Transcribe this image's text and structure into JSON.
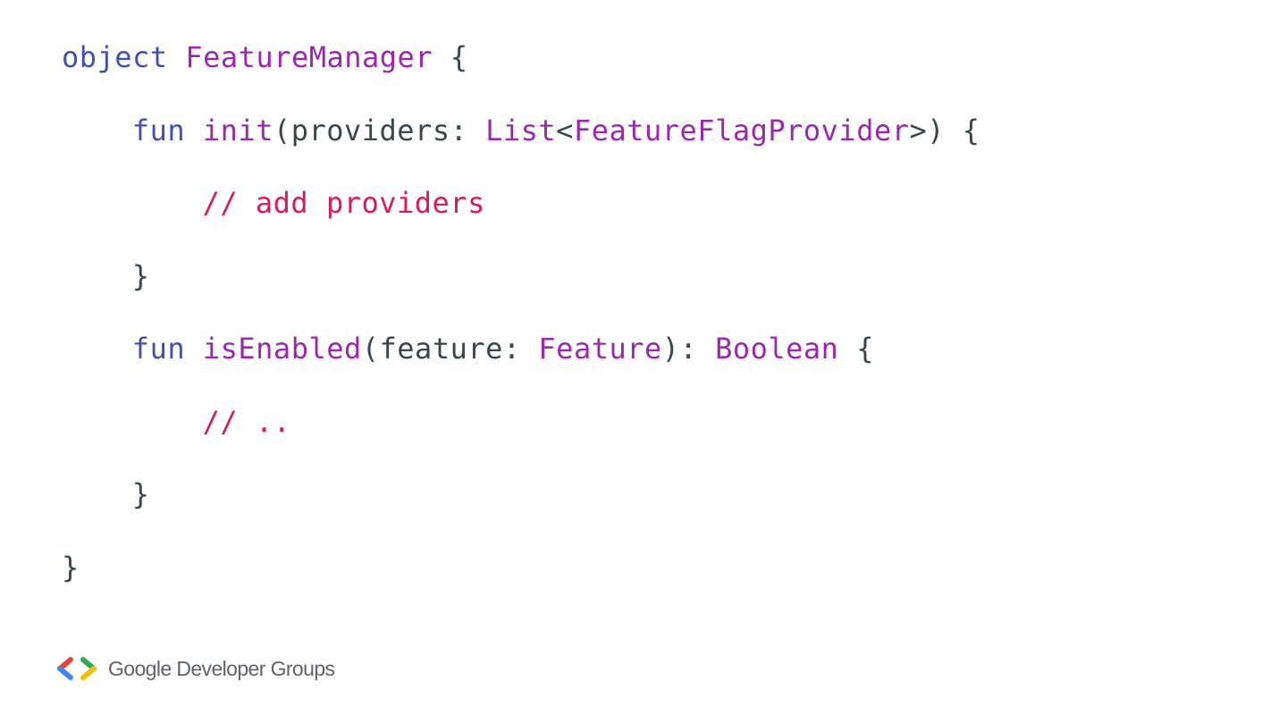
{
  "colors": {
    "keyword": "#3f51b5",
    "type": "#9c27b0",
    "plain": "#37474f",
    "comment": "#d81b60",
    "background": "#ffffff",
    "brand_text": "#5f6368",
    "logo_red": "#ea4335",
    "logo_blue": "#4285f4",
    "logo_green": "#34a853",
    "logo_yellow": "#fbbc04"
  },
  "code": {
    "lines": [
      {
        "indent": 0,
        "tokens": [
          {
            "t": "object",
            "c": "keyword"
          },
          {
            "t": " ",
            "c": "plain"
          },
          {
            "t": "FeatureManager",
            "c": "type"
          },
          {
            "t": " {",
            "c": "plain"
          }
        ]
      },
      {
        "indent": 4,
        "tokens": [
          {
            "t": "fun",
            "c": "keyword"
          },
          {
            "t": " ",
            "c": "plain"
          },
          {
            "t": "init",
            "c": "type"
          },
          {
            "t": "(providers: ",
            "c": "plain"
          },
          {
            "t": "List",
            "c": "type"
          },
          {
            "t": "<",
            "c": "plain"
          },
          {
            "t": "FeatureFlagProvider",
            "c": "type"
          },
          {
            "t": ">) {",
            "c": "plain"
          }
        ]
      },
      {
        "indent": 8,
        "tokens": [
          {
            "t": "// add providers",
            "c": "comment"
          }
        ]
      },
      {
        "indent": 4,
        "tokens": [
          {
            "t": "}",
            "c": "plain"
          }
        ]
      },
      {
        "indent": 4,
        "tokens": [
          {
            "t": "fun",
            "c": "keyword"
          },
          {
            "t": " ",
            "c": "plain"
          },
          {
            "t": "isEnabled",
            "c": "type"
          },
          {
            "t": "(feature: ",
            "c": "plain"
          },
          {
            "t": "Feature",
            "c": "type"
          },
          {
            "t": "): ",
            "c": "plain"
          },
          {
            "t": "Boolean",
            "c": "type"
          },
          {
            "t": " {",
            "c": "plain"
          }
        ]
      },
      {
        "indent": 8,
        "tokens": [
          {
            "t": "// ..",
            "c": "comment"
          }
        ]
      },
      {
        "indent": 4,
        "tokens": [
          {
            "t": "}",
            "c": "plain"
          }
        ]
      },
      {
        "indent": 0,
        "tokens": [
          {
            "t": "}",
            "c": "plain"
          }
        ]
      }
    ]
  },
  "footer": {
    "logo_icon": "google-developer-groups-logo-icon",
    "brand_text": "Google Developer Groups"
  }
}
